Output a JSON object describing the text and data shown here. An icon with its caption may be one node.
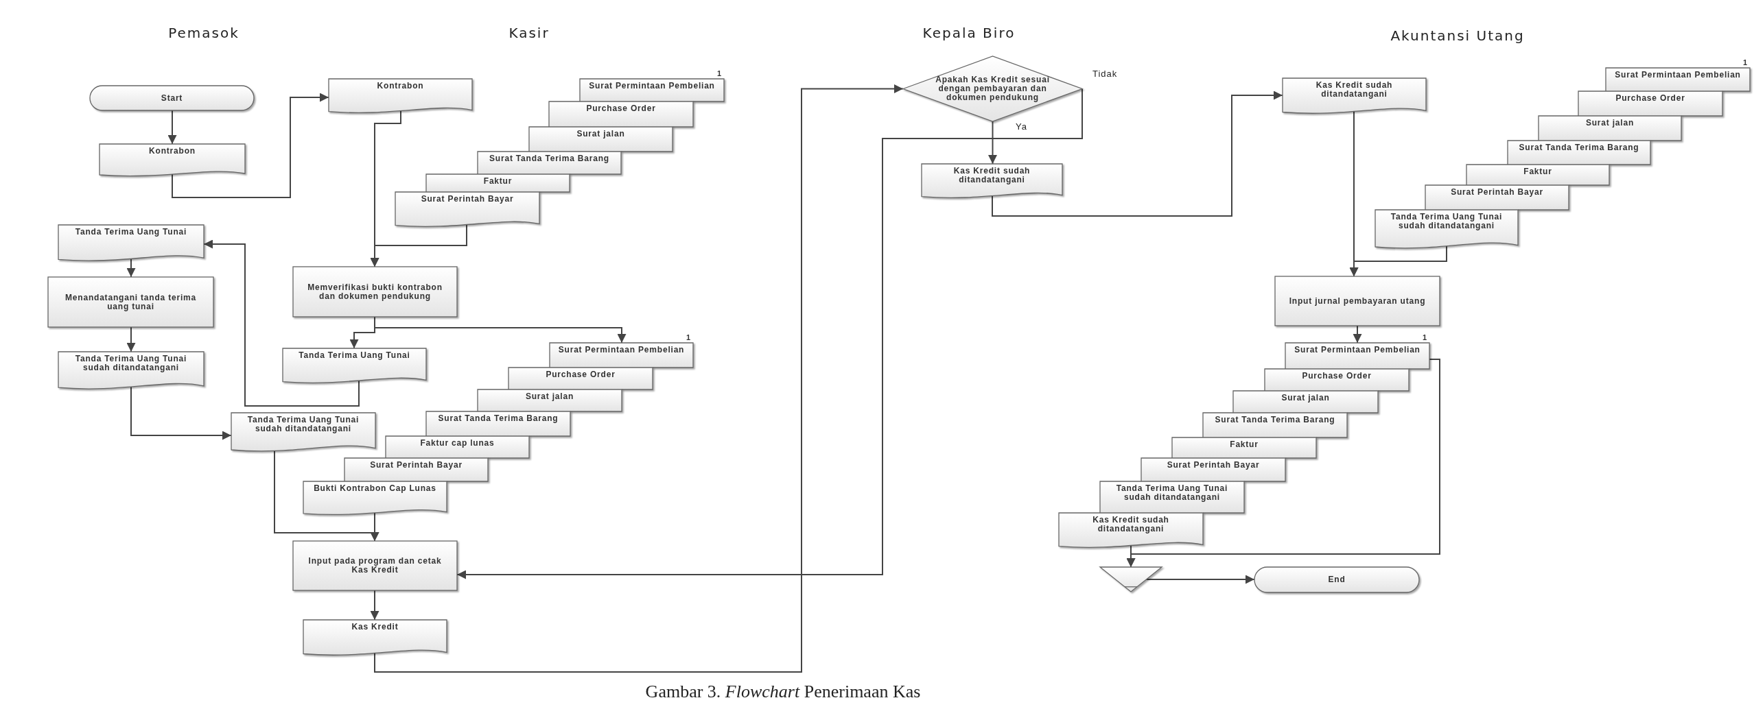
{
  "diagram": {
    "caption": "Gambar 3. *Flowchart* Penerimaan Kas",
    "nodes": [
      {
        "text": [
          "Start"
        ]
      },
      {
        "text": [
          "Kontrabon"
        ]
      },
      {
        "text": [
          "Kontrabon"
        ]
      },
      {
        "text": [
          "Surat Permintaan Pembelian"
        ],
        "beside": [
          "1"
        ]
      },
      {
        "text": [
          "Purchase Order"
        ]
      },
      {
        "text": [
          "Surat jalan"
        ]
      },
      {
        "text": [
          "Surat Tanda Terima Barang"
        ]
      },
      {
        "text": [
          "Faktur"
        ]
      },
      {
        "text": [
          "Surat Perintah Bayar"
        ]
      },
      {
        "text": [
          "Memverifikasi bukti kontrabon dan dokumen pendukung"
        ]
      },
      {
        "text": [
          "Tanda Terima Uang Tunai"
        ]
      },
      {
        "text": [
          "Surat Permintaan Pembelian"
        ],
        "beside": [
          "1"
        ]
      },
      {
        "text": [
          "Purchase Order"
        ]
      },
      {
        "text": [
          "Surat jalan"
        ]
      },
      {
        "text": [
          "Surat Tanda Terima Barang"
        ]
      },
      {
        "text": [
          "Faktur cap lunas"
        ]
      },
      {
        "text": [
          "Surat Perintah Bayar"
        ]
      },
      {
        "text": [
          "Bukti Kontrabon Cap Lunas"
        ]
      },
      {
        "text": [
          "Tanda Terima Uang Tunai"
        ]
      },
      {
        "text": [
          "Menandatangani tanda terima uang tunai"
        ]
      },
      {
        "text": [
          "Tanda Terima Uang Tunai sudah ditandatangani"
        ]
      },
      {
        "text": [
          "Tanda Terima Uang Tunai sudah ditandatangani"
        ]
      },
      {
        "text": [
          "Input pada program dan cetak Kas Kredit"
        ]
      },
      {
        "text": [
          "Kas Kredit"
        ]
      },
      {
        "text": [
          "Apakah Kas Kredit sesuai dengan pembayaran dan dokumen pendukung"
        ]
      },
      {
        "text": [
          "Kas Kredit sudah ditandatangani"
        ]
      },
      {
        "text": [
          "Kas Kredit sudah ditandatangani"
        ]
      },
      {
        "text": [
          "Surat Permintaan Pembelian"
        ],
        "beside": [
          "1"
        ]
      },
      {
        "text": [
          "Purchase Order"
        ]
      },
      {
        "text": [
          "Surat jalan"
        ]
      },
      {
        "text": [
          "Surat Tanda Terima Barang"
        ]
      },
      {
        "text": [
          "Faktur"
        ]
      },
      {
        "text": [
          "Surat Perintah Bayar"
        ]
      },
      {
        "text": [
          "Tanda Terima Uang Tunai sudah ditandatangani"
        ]
      },
      {
        "text": [
          "Input jurnal pembayaran utang"
        ]
      },
      {
        "text": [
          "Surat Permintaan Pembelian"
        ],
        "beside": [
          "1"
        ]
      },
      {
        "text": [
          "Purchase Order"
        ]
      },
      {
        "text": [
          "Surat jalan"
        ]
      },
      {
        "text": [
          "Surat Tanda Terima Barang"
        ]
      },
      {
        "text": [
          "Faktur"
        ]
      },
      {
        "text": [
          "Surat Perintah Bayar"
        ]
      },
      {
        "text": [
          "Tanda Terima Uang Tunai sudah ditandatangani"
        ]
      },
      {
        "text": [
          "Kas Kredit sudah ditandatangani"
        ]
      },
      {
        "text": [],
        "shape": "triangle"
      },
      {
        "text": [
          "End"
        ]
      }
    ],
    "edges": [
      {
        "from": 0,
        "to": 1,
        "arrow": "to"
      },
      {
        "from": 1,
        "to": 2,
        "arrow": "to"
      },
      {
        "from": 2,
        "to": 9,
        "arrow": "to"
      },
      {
        "from": 8,
        "to": 9,
        "arrow": "to"
      },
      {
        "from": 9,
        "to": 10,
        "arrow": "to"
      },
      {
        "from": 9,
        "to": 11,
        "arrow": "to"
      },
      {
        "from": 10,
        "to": 18,
        "arrow": "to"
      },
      {
        "from": 18,
        "to": 19,
        "arrow": "to"
      },
      {
        "from": 19,
        "to": 20,
        "arrow": "to"
      },
      {
        "from": 20,
        "to": 21,
        "arrow": "to"
      },
      {
        "from": 21,
        "to": 22,
        "arrow": "to"
      },
      {
        "from": 17,
        "to": 22,
        "arrow": "to"
      },
      {
        "from": 22,
        "to": 23,
        "arrow": "to"
      },
      {
        "from": 23,
        "to": 24,
        "arrow": "to"
      },
      {
        "from": 24,
        "to": 25,
        "arrow": "to",
        "label": "Ya"
      },
      {
        "from": 24,
        "to": 22,
        "arrow": "to",
        "label": "Tidak"
      },
      {
        "from": 25,
        "to": 26,
        "arrow": "to"
      },
      {
        "from": 26,
        "to": 34,
        "arrow": "to"
      },
      {
        "from": 33,
        "to": 34,
        "arrow": "to"
      },
      {
        "from": 34,
        "to": 35,
        "arrow": "to"
      },
      {
        "from": 35,
        "to": 43,
        "arrow": "to"
      },
      {
        "from": 42,
        "to": 43,
        "arrow": "to"
      },
      {
        "from": 43,
        "to": 44,
        "arrow": "to"
      }
    ],
    "labels": [
      "Pemasok",
      "Kasir",
      "Kepala Biro",
      "Akuntansi Utang"
    ]
  }
}
